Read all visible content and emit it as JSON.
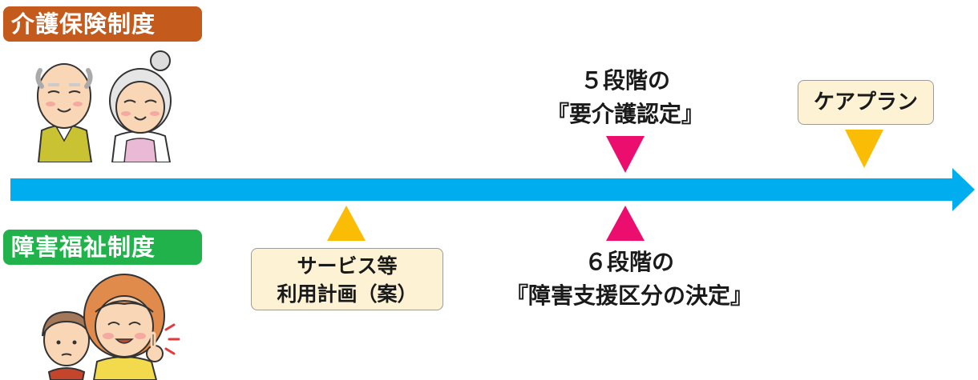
{
  "colors": {
    "kaigo_badge": "#c45a1c",
    "shogai_badge": "#21b24b",
    "timeline": "#00aeef",
    "pink_marker": "#ec0e6e",
    "yellow_marker": "#fbbc05",
    "label_bg": "#fdf3d4"
  },
  "kaigo": {
    "title": "介護保険制度",
    "nintei_line1": "５段階の",
    "nintei_line2": "『要介護認定』",
    "care_plan": "ケアプラン"
  },
  "shogai": {
    "title": "障害福祉制度",
    "service_line1": "サービス等",
    "service_line2": "利用計画（案）",
    "kubun_line1": "６段階の",
    "kubun_line2": "『障害支援区分の決定』"
  }
}
